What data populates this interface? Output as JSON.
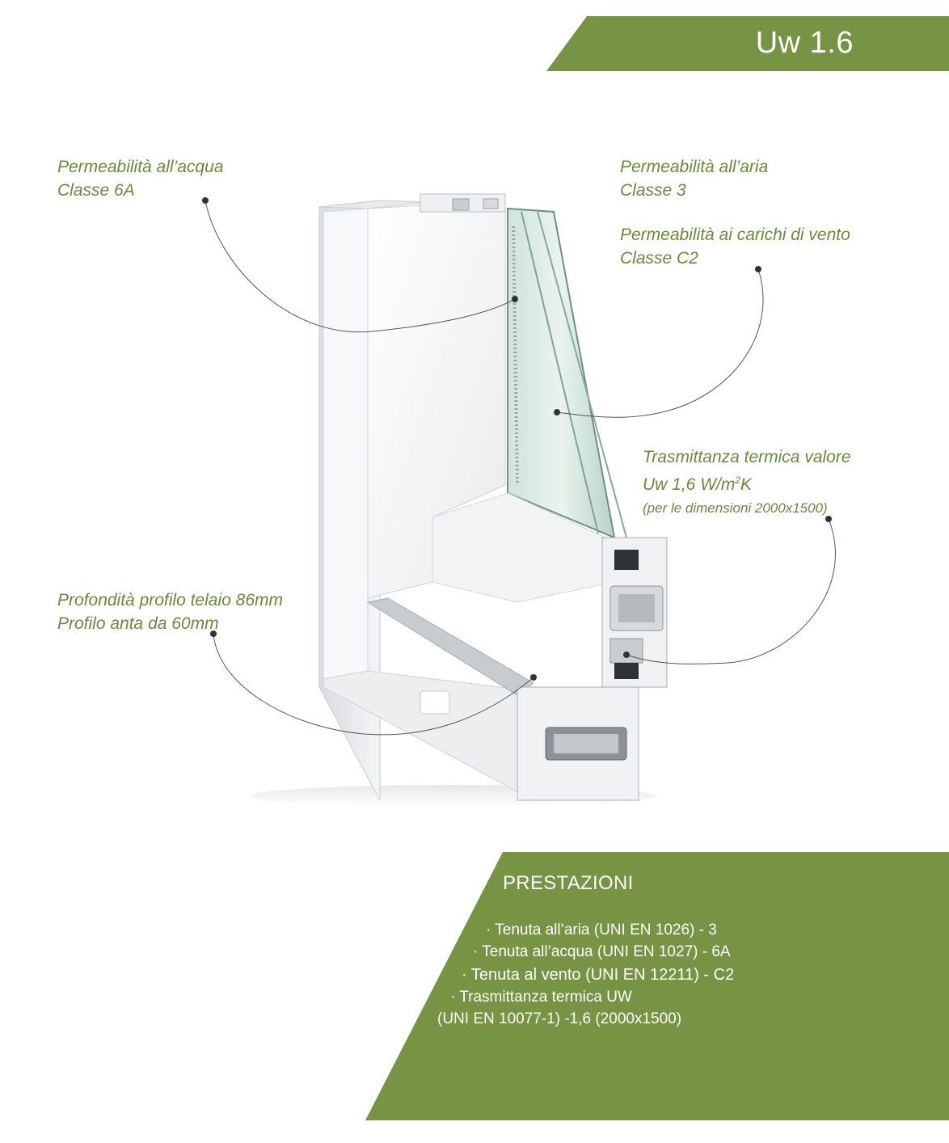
{
  "header": {
    "title": "Uw 1.6"
  },
  "labels": {
    "water": {
      "line1": "Permeabilità all’acqua",
      "line2": "Classe 6A"
    },
    "air": {
      "line1": "Permeabilità all’aria",
      "line2": "Classe 3"
    },
    "wind": {
      "line1": "Permeabilità ai carichi di vento",
      "line2": "Classe C2"
    },
    "thermal": {
      "line1": "Trasmittanza termica valore",
      "line2_prefix": "Uw 1,6 W/m",
      "line2_sup": "2",
      "line2_suffix": "K",
      "line3": "(per le dimensioni 2000x1500)"
    },
    "profile": {
      "line1": "Profondità profilo telaio 86mm",
      "line2": "Profilo anta da 60mm"
    }
  },
  "performance": {
    "title": "PRESTAZIONI",
    "items": [
      "· Tenuta all’aria (UNI EN 1026) - 3",
      "· Tenuta all’acqua (UNI EN 1027) - 6A",
      "· Tenuta al vento (UNI EN 12211) - C2",
      "· Trasmittanza termica UW",
      "(UNI EN 10077-1) -1,6 (2000x1500)"
    ]
  },
  "colors": {
    "brand_green": "#769443",
    "label_green": "#6a8a3b"
  }
}
